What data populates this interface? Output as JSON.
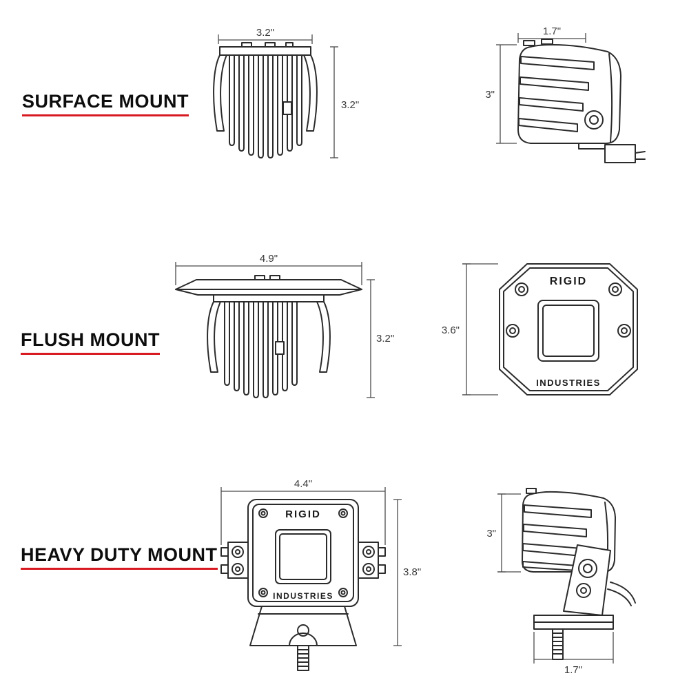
{
  "page": {
    "background": "#ffffff",
    "accent_red": "#d71920",
    "line_color": "#2b2b2b"
  },
  "brand": {
    "name": "RIGID",
    "sub": "INDUSTRIES"
  },
  "sections": [
    {
      "label": "SURFACE MOUNT",
      "dims": {
        "rear_width": "3.2\"",
        "rear_height": "3.2\"",
        "side_depth": "1.7\"",
        "side_height": "3\""
      }
    },
    {
      "label": "FLUSH MOUNT",
      "dims": {
        "rear_width": "4.9\"",
        "rear_height": "3.2\"",
        "front_height": "3.6\""
      }
    },
    {
      "label": "HEAVY DUTY MOUNT",
      "dims": {
        "front_width": "4.4\"",
        "front_height": "3.8\"",
        "side_height": "3\"",
        "base_width": "1.7\""
      }
    }
  ]
}
